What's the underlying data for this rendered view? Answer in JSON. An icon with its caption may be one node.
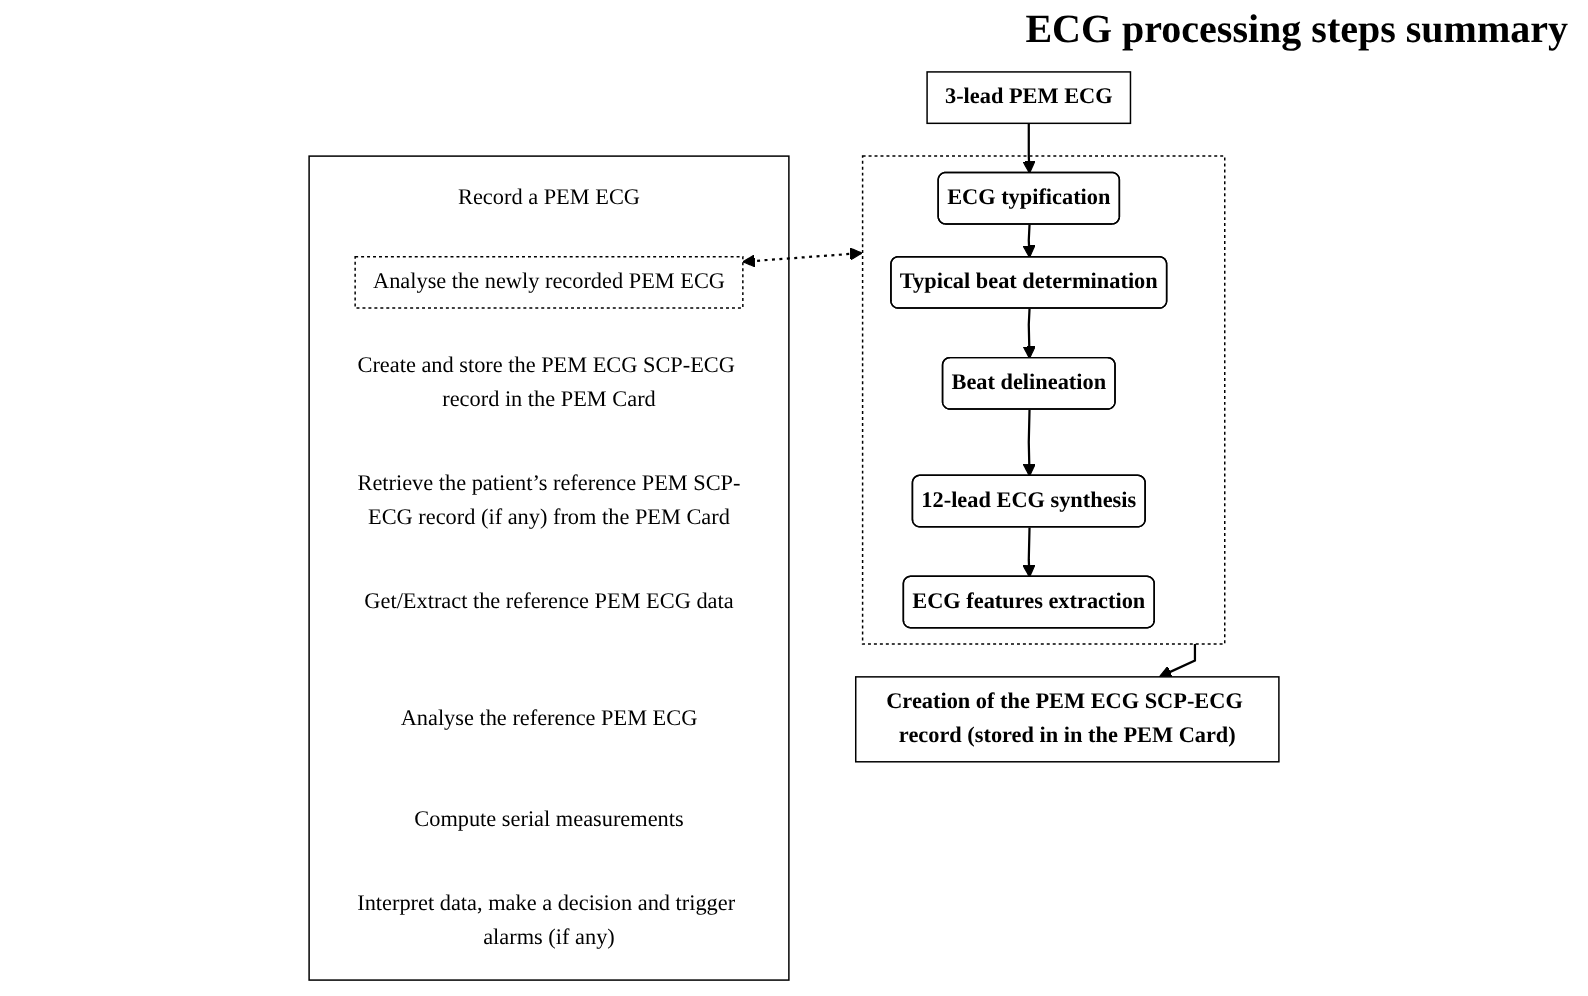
{
  "diagram": {
    "title": "ECG processing steps summary",
    "nodes": [
      {
        "text": [
          "3-lead PEM ECG"
        ]
      },
      {
        "text": [],
        "shape": "box"
      },
      {
        "text": [
          "ECG typification"
        ],
        "in": 1
      },
      {
        "text": [
          "Typical beat determination"
        ],
        "in": 1
      },
      {
        "text": [
          "Beat delineation"
        ],
        "in": 1
      },
      {
        "text": [
          "12-lead ECG synthesis"
        ],
        "in": 1
      },
      {
        "text": [
          "ECG features extraction"
        ],
        "in": 1
      },
      {
        "text": [
          "Creation of the PEM ECG SCP-ECG record (stored in in the PEM Card)"
        ]
      },
      {
        "text": [],
        "shape": "box"
      },
      {
        "text": [
          "Record a PEM ECG"
        ],
        "in": 8
      },
      {
        "text": [
          "Analyse the newly recorded PEM ECG"
        ],
        "in": 8
      },
      {
        "text": [
          "Create and store the PEM ECG SCP-ECG record in the PEM Card"
        ],
        "in": 8
      },
      {
        "text": [
          "Retrieve the patient’s reference PEM SCP-ECG record (if any) from the PEM Card"
        ],
        "in": 8
      },
      {
        "text": [
          "Get/Extract the reference PEM ECG data"
        ],
        "in": 8
      },
      {
        "text": [
          "Analyse the reference PEM ECG"
        ],
        "in": 8
      },
      {
        "text": [
          "Compute serial measurements"
        ],
        "in": 8
      },
      {
        "text": [
          "Interpret data, make a decision and trigger alarms (if any)"
        ],
        "in": 8
      }
    ],
    "edges": [
      {
        "from": 0,
        "to": 2,
        "arrow": "to"
      },
      {
        "from": 2,
        "to": 3,
        "arrow": "to"
      },
      {
        "from": 3,
        "to": 4,
        "arrow": "to"
      },
      {
        "from": 4,
        "to": 5,
        "arrow": "to"
      },
      {
        "from": 5,
        "to": 6,
        "arrow": "to"
      },
      {
        "from": 1,
        "to": 7,
        "arrow": "to"
      },
      {
        "from": 1,
        "to": 10,
        "arrow": "both",
        "style": "dashed"
      }
    ]
  }
}
